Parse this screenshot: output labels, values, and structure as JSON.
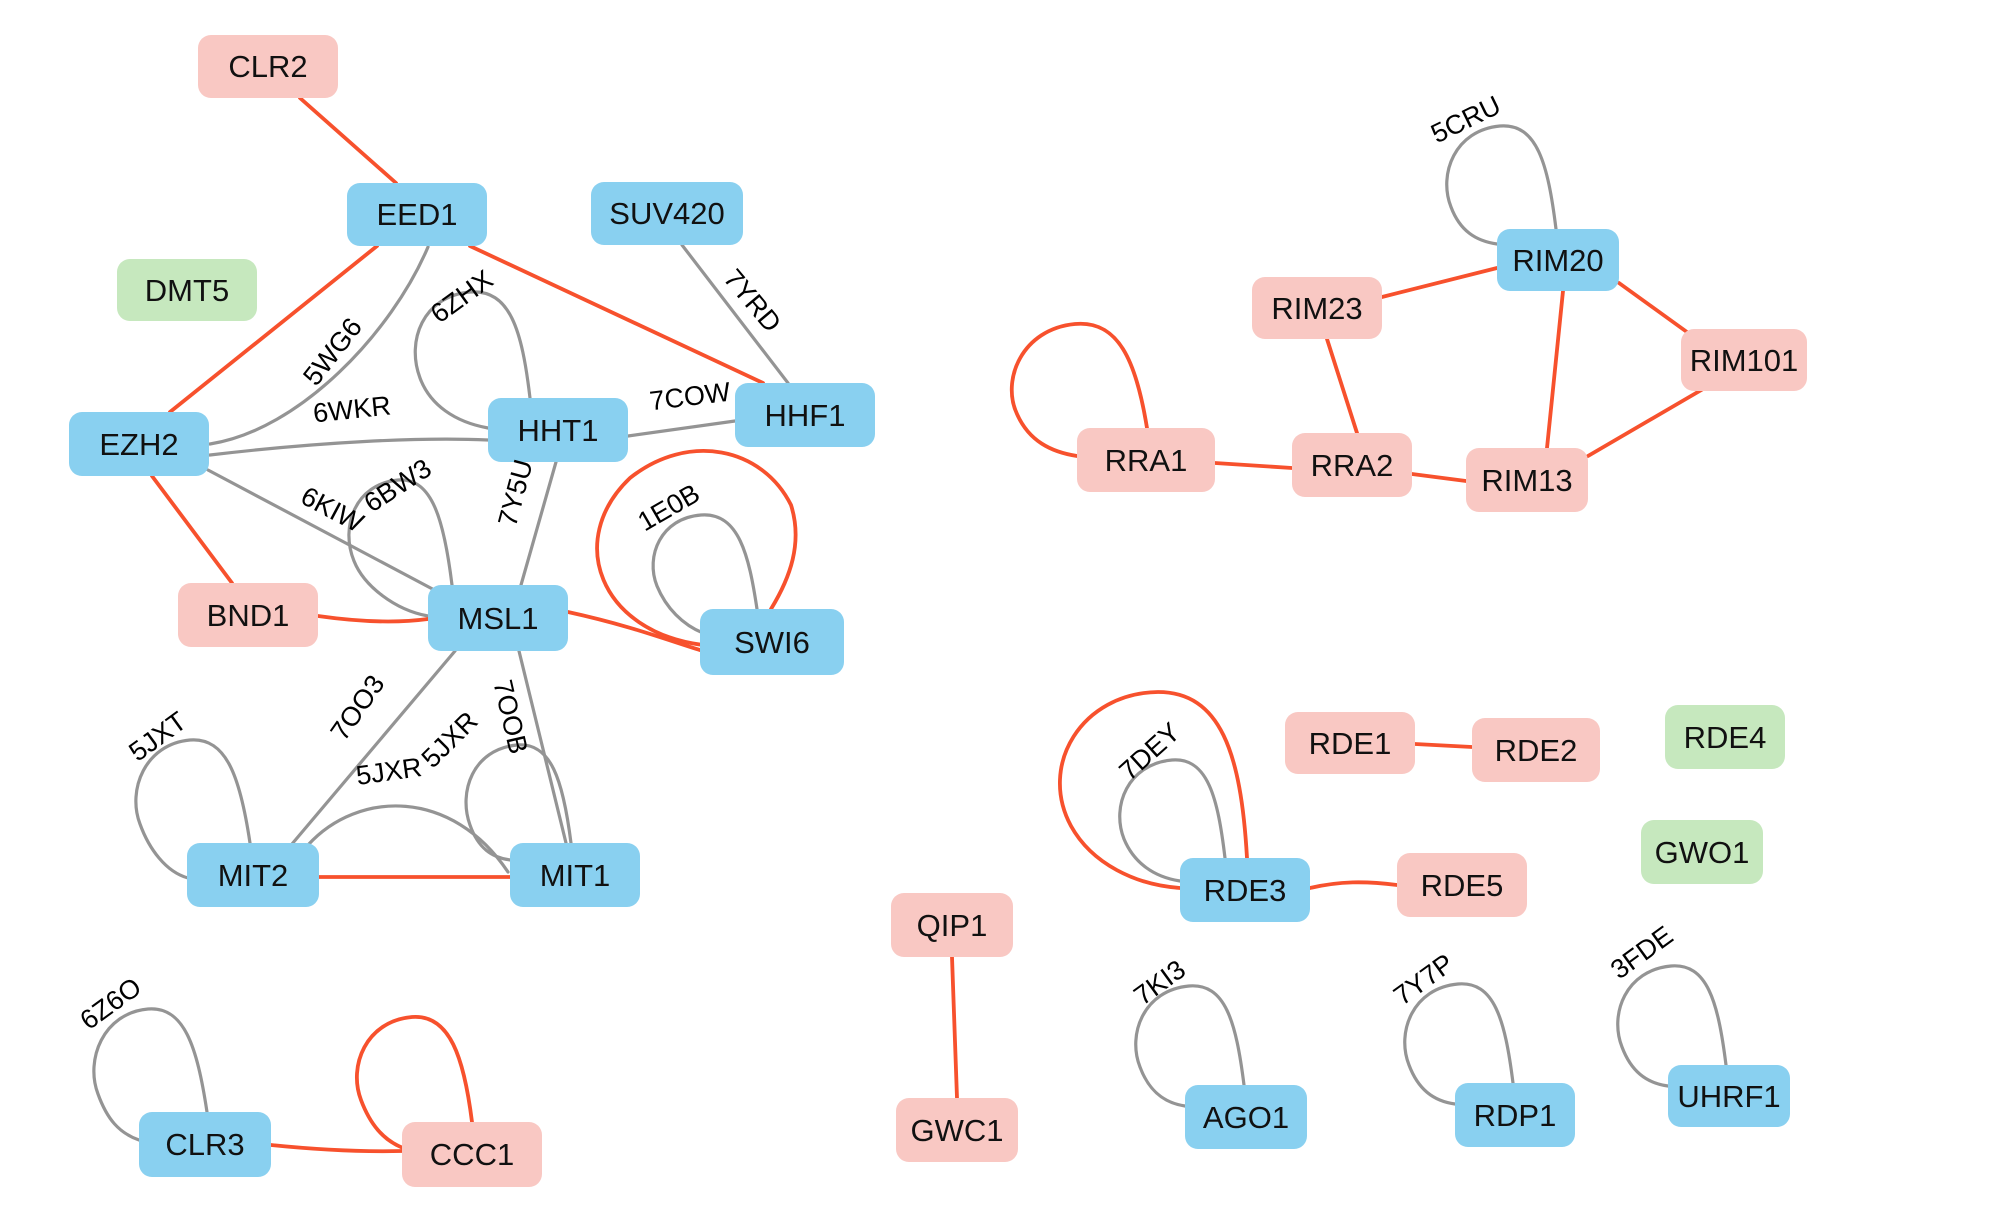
{
  "colors": {
    "node_blue": "#89D0F0",
    "node_pink": "#F9C8C3",
    "node_green": "#C6E8BE",
    "edge_red": "#F7512D",
    "edge_gray": "#949494",
    "background": "#FFFFFF",
    "label_text": "#000000"
  },
  "nodes": {
    "CLR2": {
      "label": "CLR2",
      "color": "pink"
    },
    "EED1": {
      "label": "EED1",
      "color": "blue"
    },
    "SUV420": {
      "label": "SUV420",
      "color": "blue"
    },
    "DMT5": {
      "label": "DMT5",
      "color": "green"
    },
    "EZH2": {
      "label": "EZH2",
      "color": "blue"
    },
    "HHT1": {
      "label": "HHT1",
      "color": "blue"
    },
    "HHF1": {
      "label": "HHF1",
      "color": "blue"
    },
    "BND1": {
      "label": "BND1",
      "color": "pink"
    },
    "MSL1": {
      "label": "MSL1",
      "color": "blue"
    },
    "SWI6": {
      "label": "SWI6",
      "color": "blue"
    },
    "MIT2": {
      "label": "MIT2",
      "color": "blue"
    },
    "MIT1": {
      "label": "MIT1",
      "color": "blue"
    },
    "CLR3": {
      "label": "CLR3",
      "color": "blue"
    },
    "CCC1": {
      "label": "CCC1",
      "color": "pink"
    },
    "RIM20": {
      "label": "RIM20",
      "color": "blue"
    },
    "RIM23": {
      "label": "RIM23",
      "color": "pink"
    },
    "RIM101": {
      "label": "RIM101",
      "color": "pink"
    },
    "RRA1": {
      "label": "RRA1",
      "color": "pink"
    },
    "RRA2": {
      "label": "RRA2",
      "color": "pink"
    },
    "RIM13": {
      "label": "RIM13",
      "color": "pink"
    },
    "RDE1": {
      "label": "RDE1",
      "color": "pink"
    },
    "RDE2": {
      "label": "RDE2",
      "color": "pink"
    },
    "RDE4": {
      "label": "RDE4",
      "color": "green"
    },
    "GWO1": {
      "label": "GWO1",
      "color": "green"
    },
    "RDE3": {
      "label": "RDE3",
      "color": "blue"
    },
    "RDE5": {
      "label": "RDE5",
      "color": "pink"
    },
    "QIP1": {
      "label": "QIP1",
      "color": "pink"
    },
    "GWC1": {
      "label": "GWC1",
      "color": "pink"
    },
    "AGO1": {
      "label": "AGO1",
      "color": "blue"
    },
    "RDP1": {
      "label": "RDP1",
      "color": "blue"
    },
    "UHRF1": {
      "label": "UHRF1",
      "color": "blue"
    }
  },
  "edge_labels": {
    "5WG6": {
      "text": "5WG6"
    },
    "6ZHX": {
      "text": "6ZHX"
    },
    "6WKR": {
      "text": "6WKR"
    },
    "7YRD": {
      "text": "7YRD"
    },
    "7COW": {
      "text": "7COW"
    },
    "7Y5U": {
      "text": "7Y5U"
    },
    "6KIW": {
      "text": "6KIW"
    },
    "6BW3": {
      "text": "6BW3"
    },
    "1E0B": {
      "text": "1E0B"
    },
    "7OO3": {
      "text": "7OO3"
    },
    "7OOB": {
      "text": "7OOB"
    },
    "5JXT": {
      "text": "5JXT"
    },
    "5JXR_self": {
      "text": "5JXR"
    },
    "5JXR_link": {
      "text": "5JXR"
    },
    "6Z6O": {
      "text": "6Z6O"
    },
    "5CRU": {
      "text": "5CRU"
    },
    "7DEY": {
      "text": "7DEY"
    },
    "7KI3": {
      "text": "7KI3"
    },
    "7Y7P": {
      "text": "7Y7P"
    },
    "3FDE": {
      "text": "3FDE"
    }
  },
  "edges": [
    {
      "source": "CLR2",
      "target": "EED1",
      "color": "red"
    },
    {
      "source": "EED1",
      "target": "EZH2",
      "color": "red"
    },
    {
      "source": "EED1",
      "target": "EZH2",
      "color": "gray",
      "label": "5WG6"
    },
    {
      "source": "EED1",
      "target": "HHF1",
      "color": "red"
    },
    {
      "source": "EZH2",
      "target": "BND1",
      "color": "red"
    },
    {
      "source": "EZH2",
      "target": "HHT1",
      "color": "gray",
      "label": "6WKR"
    },
    {
      "source": "EZH2",
      "target": "MSL1",
      "color": "gray",
      "label": "6KIW"
    },
    {
      "source": "HHT1",
      "target": "HHT1",
      "color": "gray",
      "label": "6ZHX"
    },
    {
      "source": "HHT1",
      "target": "HHF1",
      "color": "gray",
      "label": "7COW"
    },
    {
      "source": "SUV420",
      "target": "HHF1",
      "color": "gray",
      "label": "7YRD"
    },
    {
      "source": "HHT1",
      "target": "MSL1",
      "color": "gray",
      "label": "7Y5U"
    },
    {
      "source": "MSL1",
      "target": "MSL1",
      "color": "gray",
      "label": "6BW3"
    },
    {
      "source": "BND1",
      "target": "MSL1",
      "color": "red"
    },
    {
      "source": "MSL1",
      "target": "SWI6",
      "color": "red"
    },
    {
      "source": "SWI6",
      "target": "SWI6",
      "color": "red"
    },
    {
      "source": "SWI6",
      "target": "SWI6",
      "color": "gray",
      "label": "1E0B"
    },
    {
      "source": "MSL1",
      "target": "MIT2",
      "color": "gray",
      "label": "7OO3"
    },
    {
      "source": "MSL1",
      "target": "MIT1",
      "color": "gray",
      "label": "7OOB"
    },
    {
      "source": "MIT2",
      "target": "MIT2",
      "color": "gray",
      "label": "5JXT"
    },
    {
      "source": "MIT1",
      "target": "MIT1",
      "color": "gray",
      "label": "5JXR"
    },
    {
      "source": "MIT2",
      "target": "MIT1",
      "color": "gray",
      "label": "5JXR"
    },
    {
      "source": "MIT2",
      "target": "MIT1",
      "color": "red"
    },
    {
      "source": "CLR3",
      "target": "CLR3",
      "color": "gray",
      "label": "6Z6O"
    },
    {
      "source": "CLR3",
      "target": "CCC1",
      "color": "red"
    },
    {
      "source": "CCC1",
      "target": "CCC1",
      "color": "red"
    },
    {
      "source": "RIM20",
      "target": "RIM20",
      "color": "gray",
      "label": "5CRU"
    },
    {
      "source": "RIM23",
      "target": "RIM20",
      "color": "red"
    },
    {
      "source": "RIM23",
      "target": "RRA2",
      "color": "red"
    },
    {
      "source": "RRA1",
      "target": "RRA1",
      "color": "red"
    },
    {
      "source": "RRA1",
      "target": "RRA2",
      "color": "red"
    },
    {
      "source": "RRA2",
      "target": "RIM13",
      "color": "red"
    },
    {
      "source": "RIM20",
      "target": "RIM13",
      "color": "red"
    },
    {
      "source": "RIM20",
      "target": "RIM101",
      "color": "red"
    },
    {
      "source": "RIM13",
      "target": "RIM101",
      "color": "red"
    },
    {
      "source": "RDE1",
      "target": "RDE2",
      "color": "red"
    },
    {
      "source": "RDE3",
      "target": "RDE3",
      "color": "red"
    },
    {
      "source": "RDE3",
      "target": "RDE3",
      "color": "gray",
      "label": "7DEY"
    },
    {
      "source": "RDE3",
      "target": "RDE5",
      "color": "red"
    },
    {
      "source": "QIP1",
      "target": "GWC1",
      "color": "red"
    },
    {
      "source": "AGO1",
      "target": "AGO1",
      "color": "gray",
      "label": "7KI3"
    },
    {
      "source": "RDP1",
      "target": "RDP1",
      "color": "gray",
      "label": "7Y7P"
    },
    {
      "source": "UHRF1",
      "target": "UHRF1",
      "color": "gray",
      "label": "3FDE"
    }
  ]
}
